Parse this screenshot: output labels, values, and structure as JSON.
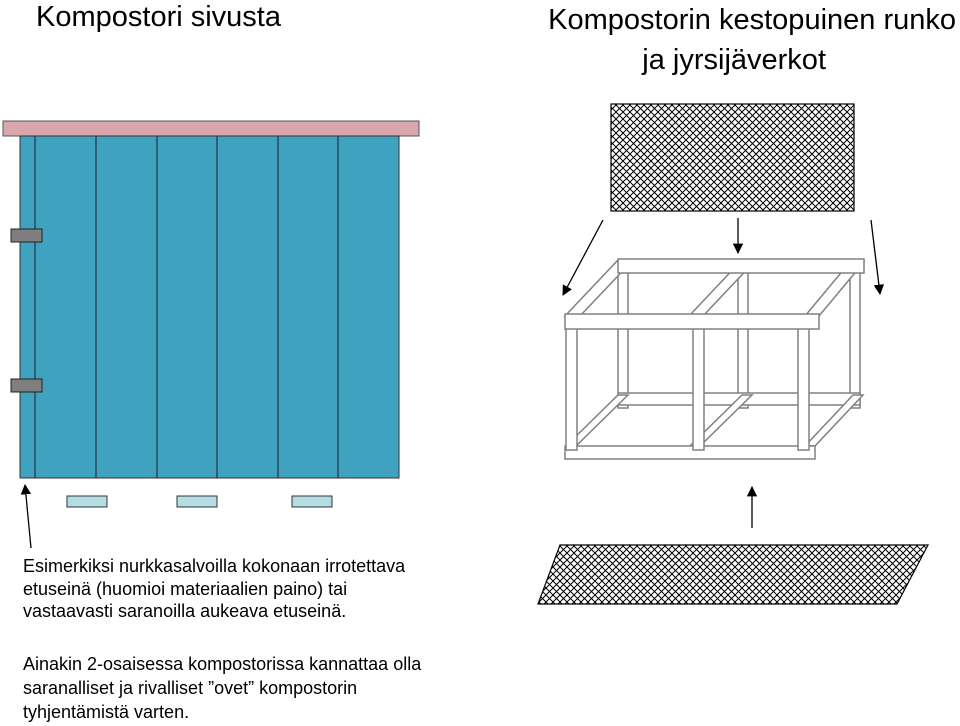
{
  "titles": {
    "left": "Kompostori sivusta",
    "right_line1": "Kompostorin kestopuinen runko",
    "right_line2": "ja jyrsijäverkot"
  },
  "captions": {
    "first": [
      "Esimerkiksi nurkkasalvoilla kokonaan irrotettava",
      "etuseinä (huomioi materiaalien paino) tai",
      "vastaavasti saranoilla aukeava etuseinä."
    ],
    "second": [
      "Ainakin 2-osaisessa kompostorissa kannattaa olla",
      "saranalliset ja rivalliset ”ovet” kompostorin",
      "tyhjentämistä varten."
    ]
  },
  "colors": {
    "lid": "#d9a6ab",
    "wall": "#3fa3bf",
    "hinge": "#7f7f7f",
    "vent": "#b3dce3",
    "frame_fill": "#ffffff",
    "frame_stroke": "#808080",
    "mesh": "#000000"
  }
}
